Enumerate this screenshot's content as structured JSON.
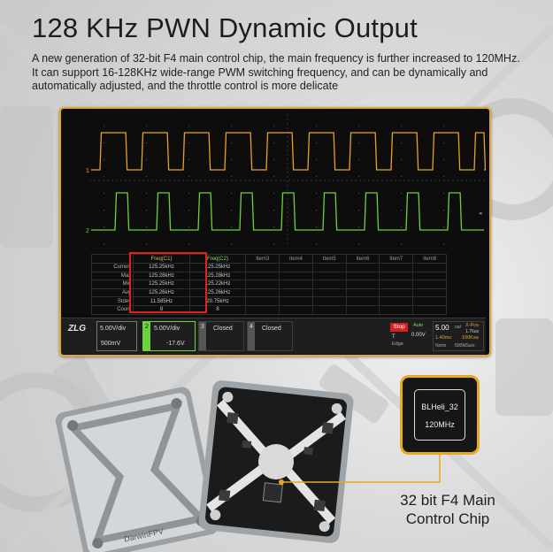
{
  "title": "128 KHz PWN Dynamic Output",
  "description": "A new generation of 32-bit F4 main control chip, the main frequency is further increased to 120MHz. It can support 16-128KHz wide-range PWM switching frequency, and can be dynamically and automatically adjusted, and the throttle control is more delicate",
  "oscilloscope": {
    "channel1_marker": "1",
    "channel2_marker": "2",
    "table": {
      "headers": [
        "",
        "Freq(C1)",
        "Freq(C2)",
        "Item3",
        "Item4",
        "Item5",
        "Item6",
        "Item7",
        "Item8"
      ],
      "rows": [
        {
          "label": "Current",
          "c1": "125.25kHz",
          "c2": "125.25kHz"
        },
        {
          "label": "Max",
          "c1": "125.28kHz",
          "c2": "125.28kHz"
        },
        {
          "label": "Min",
          "c1": "125.25kHz",
          "c2": "125.22kHz"
        },
        {
          "label": "Avg",
          "c1": "125.26kHz",
          "c2": "125.26kHz"
        },
        {
          "label": "Stdev",
          "c1": "11.585Hz",
          "c2": "20.75kHz"
        },
        {
          "label": "Count",
          "c1": "8",
          "c2": "8"
        }
      ]
    },
    "bottom_bar": {
      "ch1_scale": "5.00V/div",
      "ch1_offset": "500mV",
      "ch2_num": "2",
      "ch2_scale": "5.00V/div",
      "ch2_offset": "-17.6V",
      "ch3_num": "3",
      "ch3_state": "Closed",
      "ch4_num": "4",
      "ch4_state": "Closed",
      "stop": "Stop",
      "mode": "Auto",
      "trig_level": "0.00V",
      "trig_label": "T",
      "edge": "Edge",
      "timebase": "5.00",
      "timebase_unit": "us/",
      "xpos_label": "X-Pos",
      "xpos": "1.76us",
      "delay": "1.40ms",
      "rate": "100Ksa",
      "mode2": "Norm",
      "samples": "500MSa/s"
    }
  },
  "chip": {
    "line1": "BLHeli_32",
    "line2": "120MHz"
  },
  "caption": "32 bit F4 Main Control Chip",
  "board_brand": "DarwinFPV",
  "colors": {
    "accent": "#e9a91c",
    "channel1": "#e8a126",
    "channel2": "#6ad23a",
    "highlight": "#e0221b"
  }
}
